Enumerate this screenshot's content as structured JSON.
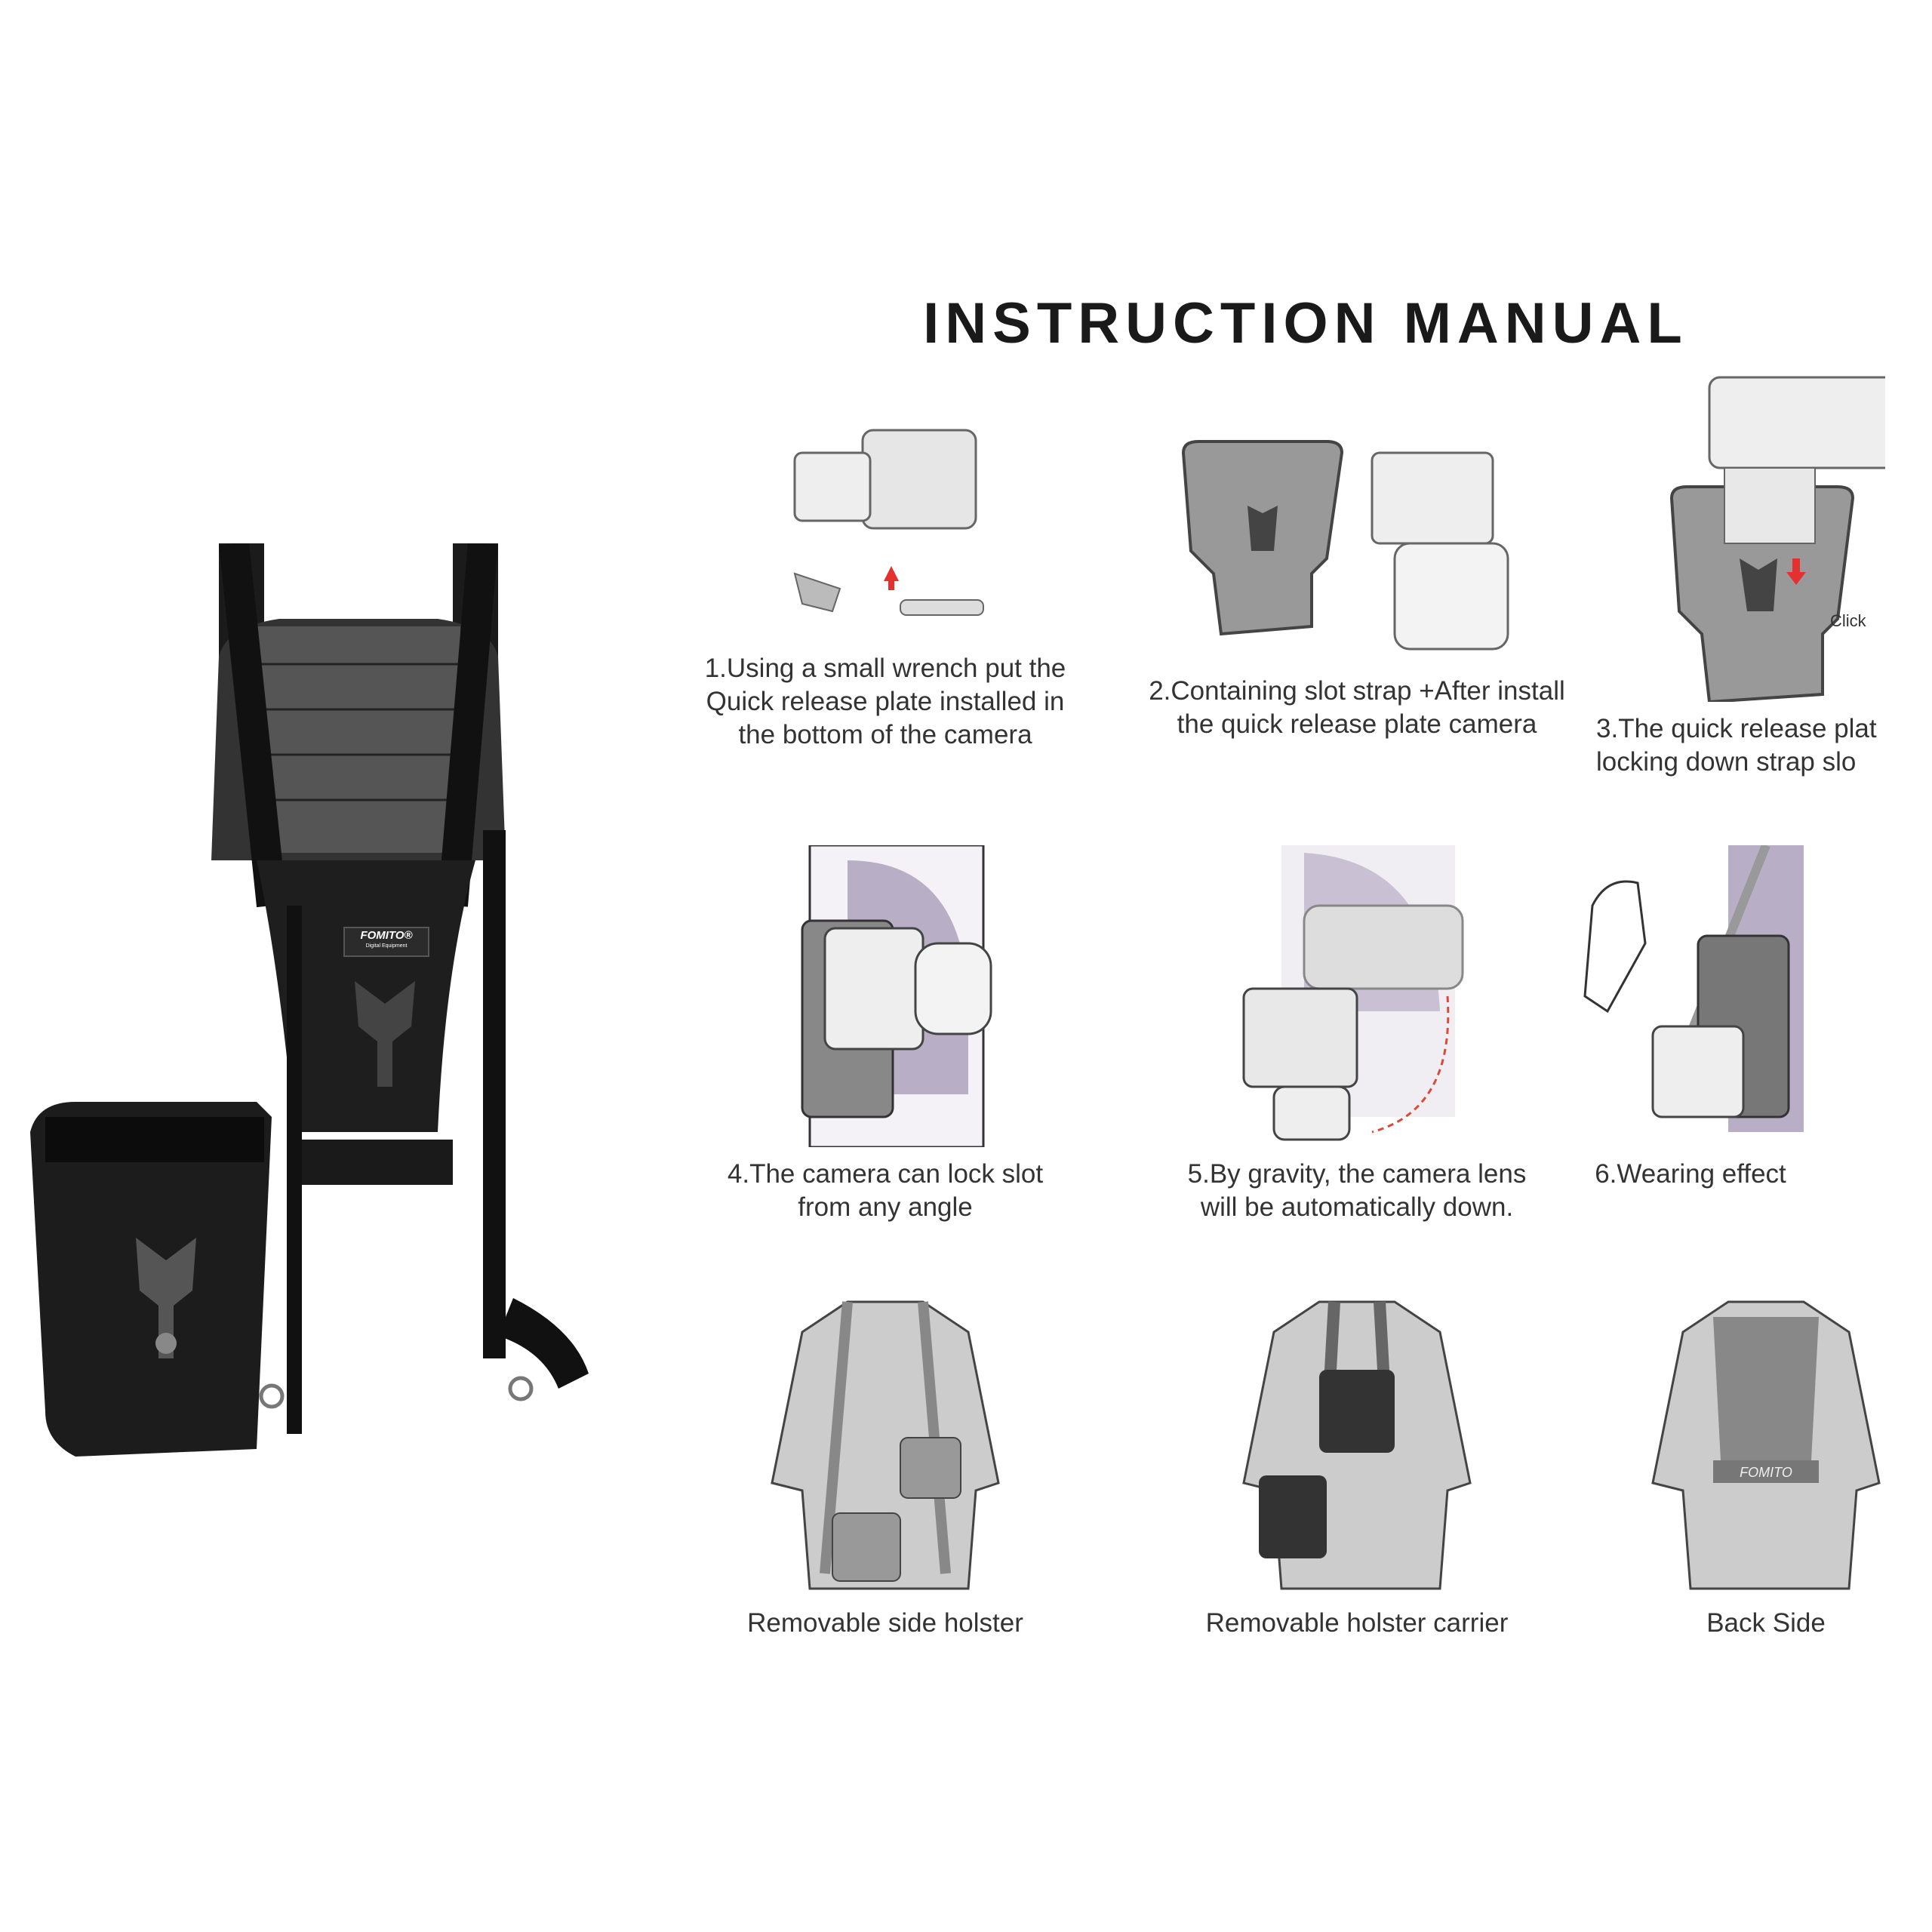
{
  "title": "INSTRUCTION MANUAL",
  "brand": {
    "name": "FOMITO®",
    "tagline": "Digital Equipment"
  },
  "steps": [
    {
      "caption": [
        "1.Using a small wrench put the",
        "Quick release plate installed in",
        "the bottom of the camera"
      ]
    },
    {
      "caption": [
        "2.Containing slot strap +After install",
        "the quick release plate camera"
      ]
    },
    {
      "caption": [
        "3.The quick release plat",
        "locking down strap slo"
      ],
      "callout": "Click"
    },
    {
      "caption": [
        "4.The camera can lock slot",
        "from any angle"
      ]
    },
    {
      "caption": [
        "5.By gravity, the camera lens",
        "will be automatically down."
      ]
    },
    {
      "caption": [
        "6.Wearing effect"
      ]
    },
    {
      "caption": [
        "Removable side holster"
      ]
    },
    {
      "caption": [
        "Removable holster carrier"
      ]
    },
    {
      "caption": [
        "Back Side"
      ],
      "shirt_logo": "FOMITO"
    }
  ]
}
